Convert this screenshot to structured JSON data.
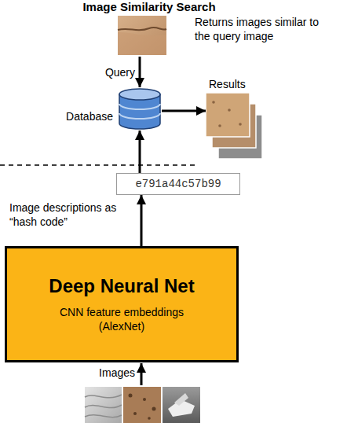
{
  "diagram": {
    "title": "Image Similarity Search",
    "nodes": [
      {
        "text": [
          "Database"
        ]
      },
      {
        "text": [
          "Results"
        ]
      },
      {
        "text": [
          "e791a44c57b99"
        ]
      },
      {
        "text": [
          "Deep Neural Net",
          "CNN feature embeddings (AlexNet)"
        ]
      }
    ],
    "edges": [
      {
        "from": 3,
        "to": 2,
        "arrow": "to",
        "label": "Image descriptions as “hash code”"
      },
      {
        "from": 2,
        "to": 0,
        "arrow": "to"
      },
      {
        "from": 0,
        "to": 1,
        "arrow": "to"
      }
    ],
    "labels": [
      "Returns images similar to the query image",
      "Query",
      "Images"
    ]
  }
}
